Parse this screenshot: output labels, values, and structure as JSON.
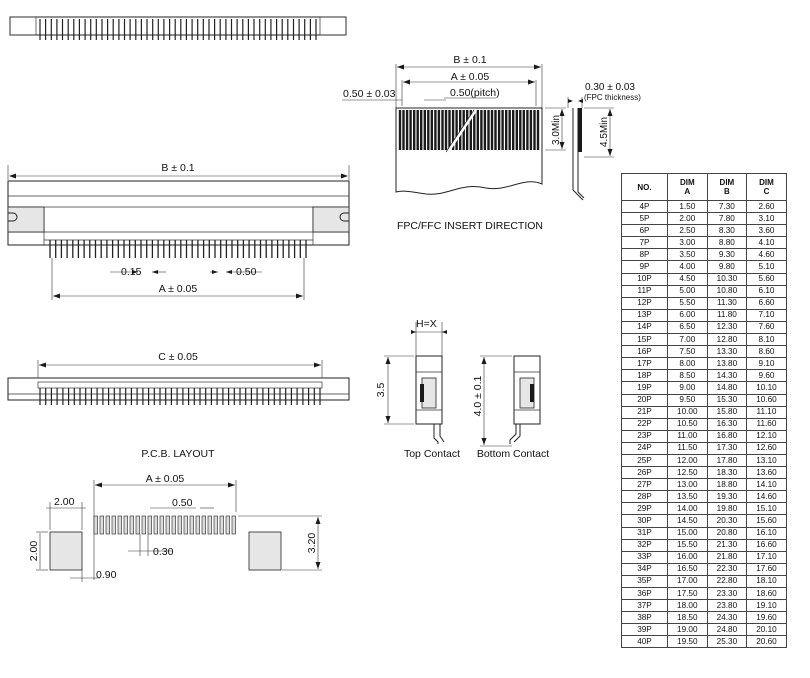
{
  "labels": {
    "top_view": {
      "b_dim": "B ± 0.1",
      "a_dim": "A ± 0.05",
      "spacing_1": "0.15",
      "spacing_2": "0.50"
    },
    "insert": {
      "b_dim": "B ± 0.1",
      "a_dim": "A ± 0.05",
      "pitch_left": "0.50 ± 0.03",
      "pitch": "0.50(pitch)",
      "min_length": "3.0Min",
      "min_total": "4.5Min",
      "thickness": "0.30 ± 0.03",
      "thickness_note": "(FPC thickness)",
      "caption": "FPC/FFC INSERT DIRECTION"
    },
    "bottom_view": {
      "c_dim": "C ± 0.05",
      "caption": "P.C.B. LAYOUT"
    },
    "side_view": {
      "height_label": "H=X",
      "height_top": "3.5",
      "height_bottom": "4.0 ± 0.1",
      "top_caption": "Top Contact",
      "bottom_caption": "Bottom Contact"
    },
    "pcb": {
      "a_dim": "A ± 0.05",
      "pad_width": "2.00",
      "pad_height": "2.00",
      "pitch": "0.50",
      "trace_width": "0.30",
      "offset": "0.90",
      "total_height": "3.20"
    }
  },
  "table": {
    "headers": [
      {
        "line1": "NO.",
        "line2": ""
      },
      {
        "line1": "DIM",
        "line2": "A"
      },
      {
        "line1": "DIM",
        "line2": "B"
      },
      {
        "line1": "DIM",
        "line2": "C"
      }
    ],
    "rows": [
      [
        "4P",
        "1.50",
        "7.30",
        "2.60"
      ],
      [
        "5P",
        "2.00",
        "7.80",
        "3.10"
      ],
      [
        "6P",
        "2.50",
        "8.30",
        "3.60"
      ],
      [
        "7P",
        "3.00",
        "8.80",
        "4.10"
      ],
      [
        "8P",
        "3.50",
        "9.30",
        "4.60"
      ],
      [
        "9P",
        "4.00",
        "9.80",
        "5.10"
      ],
      [
        "10P",
        "4.50",
        "10.30",
        "5.60"
      ],
      [
        "11P",
        "5.00",
        "10.80",
        "6.10"
      ],
      [
        "12P",
        "5.50",
        "11.30",
        "6.60"
      ],
      [
        "13P",
        "6.00",
        "11.80",
        "7.10"
      ],
      [
        "14P",
        "6.50",
        "12.30",
        "7.60"
      ],
      [
        "15P",
        "7.00",
        "12.80",
        "8.10"
      ],
      [
        "16P",
        "7.50",
        "13.30",
        "8.60"
      ],
      [
        "17P",
        "8.00",
        "13.80",
        "9.10"
      ],
      [
        "18P",
        "8.50",
        "14.30",
        "9.60"
      ],
      [
        "19P",
        "9.00",
        "14.80",
        "10.10"
      ],
      [
        "20P",
        "9.50",
        "15.30",
        "10.60"
      ],
      [
        "21P",
        "10.00",
        "15.80",
        "11.10"
      ],
      [
        "22P",
        "10.50",
        "16.30",
        "11.60"
      ],
      [
        "23P",
        "11.00",
        "16.80",
        "12.10"
      ],
      [
        "24P",
        "11.50",
        "17.30",
        "12.60"
      ],
      [
        "25P",
        "12.00",
        "17.80",
        "13.10"
      ],
      [
        "26P",
        "12.50",
        "18.30",
        "13.60"
      ],
      [
        "27P",
        "13.00",
        "18.80",
        "14.10"
      ],
      [
        "28P",
        "13.50",
        "19.30",
        "14.60"
      ],
      [
        "29P",
        "14.00",
        "19.80",
        "15.10"
      ],
      [
        "30P",
        "14.50",
        "20.30",
        "15.60"
      ],
      [
        "31P",
        "15.00",
        "20.80",
        "16.10"
      ],
      [
        "32P",
        "15.50",
        "21.30",
        "16.60"
      ],
      [
        "33P",
        "16.00",
        "21.80",
        "17.10"
      ],
      [
        "34P",
        "16.50",
        "22.30",
        "17.60"
      ],
      [
        "35P",
        "17.00",
        "22.80",
        "18.10"
      ],
      [
        "36P",
        "17.50",
        "23.30",
        "18.60"
      ],
      [
        "37P",
        "18.00",
        "23.80",
        "19.10"
      ],
      [
        "38P",
        "18.50",
        "24.30",
        "19.60"
      ],
      [
        "39P",
        "19.00",
        "24.80",
        "20.10"
      ],
      [
        "40P",
        "19.50",
        "25.30",
        "20.60"
      ]
    ]
  }
}
